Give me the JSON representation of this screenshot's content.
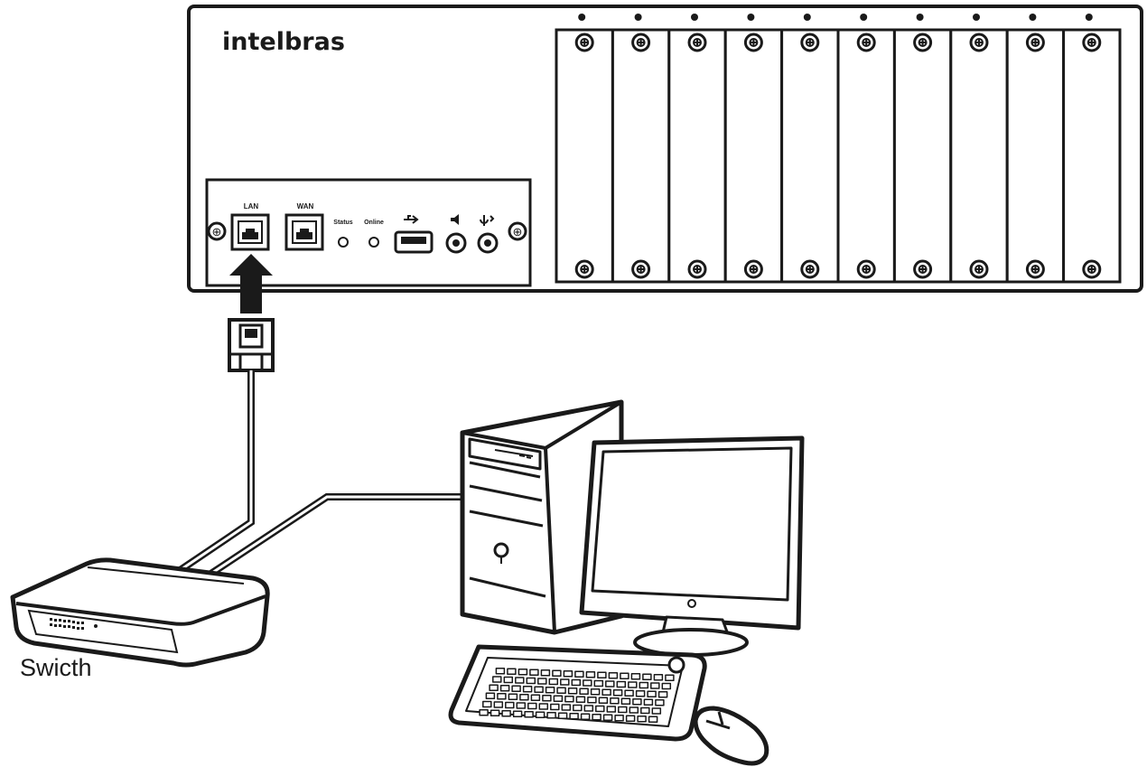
{
  "device": {
    "brand": "intelbras",
    "slot_count": 10,
    "ports": {
      "lan_label": "LAN",
      "wan_label": "WAN",
      "status_label": "Status",
      "online_label": "Online"
    }
  },
  "labels": {
    "switch": "Swicth"
  },
  "colors": {
    "stroke": "#1a1a1a",
    "fill": "#ffffff",
    "panel": "#f4f4f4"
  }
}
